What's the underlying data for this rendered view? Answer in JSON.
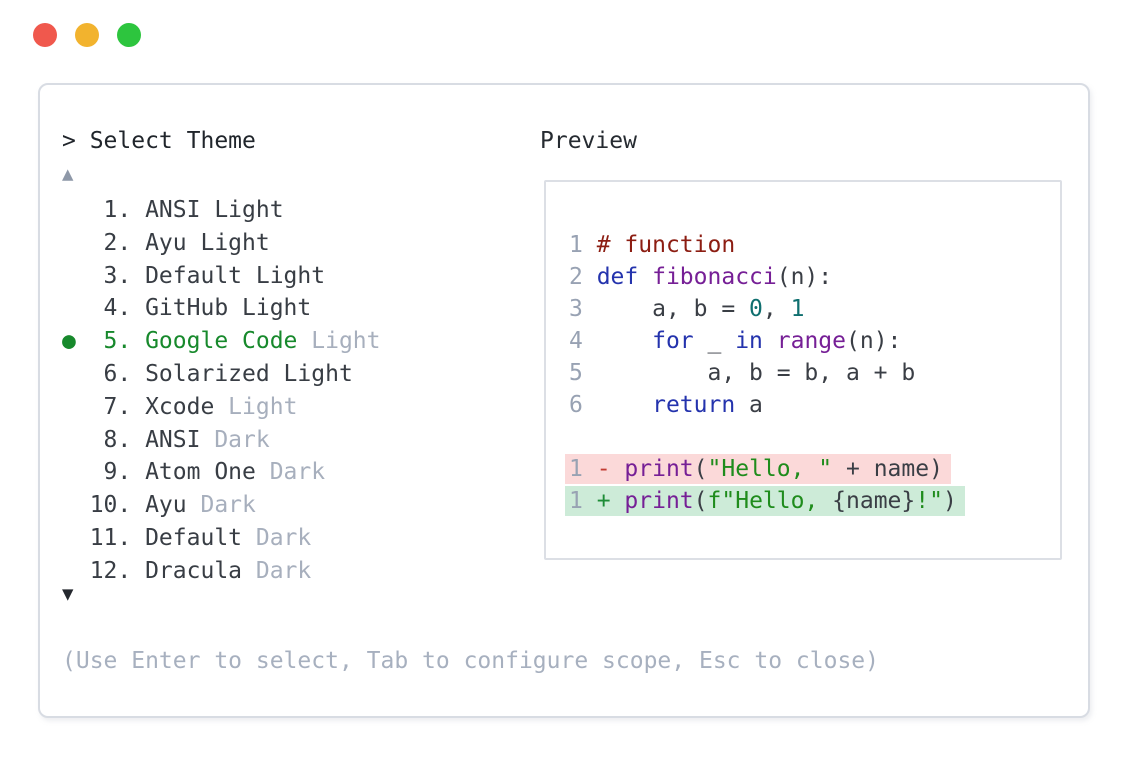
{
  "window": {
    "traffic_lights": [
      {
        "name": "close-button",
        "color": "#f0584d"
      },
      {
        "name": "minimize-button",
        "color": "#f2b32e"
      },
      {
        "name": "zoom-button",
        "color": "#2dc53e"
      }
    ]
  },
  "theme_picker": {
    "prompt": "> Select Theme",
    "scroll_up_indicator": "▲",
    "scroll_down_indicator": "▼",
    "bullet": "●",
    "selected_color": "#17892c",
    "dim_color": "#a7afbd",
    "items": [
      {
        "num": "1",
        "name": "ANSI",
        "suffix": "Light",
        "suffix_dim": false,
        "selected": false
      },
      {
        "num": "2",
        "name": "Ayu",
        "suffix": "Light",
        "suffix_dim": false,
        "selected": false
      },
      {
        "num": "3",
        "name": "Default",
        "suffix": "Light",
        "suffix_dim": false,
        "selected": false
      },
      {
        "num": "4",
        "name": "GitHub",
        "suffix": "Light",
        "suffix_dim": false,
        "selected": false
      },
      {
        "num": "5",
        "name": "Google Code",
        "suffix": "Light",
        "suffix_dim": true,
        "selected": true
      },
      {
        "num": "6",
        "name": "Solarized",
        "suffix": "Light",
        "suffix_dim": false,
        "selected": false
      },
      {
        "num": "7",
        "name": "Xcode",
        "suffix": "Light",
        "suffix_dim": true,
        "selected": false
      },
      {
        "num": "8",
        "name": "ANSI",
        "suffix": "Dark",
        "suffix_dim": true,
        "selected": false
      },
      {
        "num": "9",
        "name": "Atom One",
        "suffix": "Dark",
        "suffix_dim": true,
        "selected": false
      },
      {
        "num": "10",
        "name": "Ayu",
        "suffix": "Dark",
        "suffix_dim": true,
        "selected": false
      },
      {
        "num": "11",
        "name": "Default",
        "suffix": "Dark",
        "suffix_dim": true,
        "selected": false
      },
      {
        "num": "12",
        "name": "Dracula",
        "suffix": "Dark",
        "suffix_dim": true,
        "selected": false
      }
    ],
    "help": "(Use Enter to select, Tab to configure scope, Esc to close)"
  },
  "preview": {
    "label": "Preview",
    "syntax_colors": {
      "comment": "#8c1d12",
      "keyword": "#2433ad",
      "function": "#761f96",
      "number": "#0f6f6f",
      "string": "#1f8c1c",
      "line_number": "#98a2b3",
      "diff_del_bg": "#fbd9d9",
      "diff_add_bg": "#cdebd8",
      "diff_del_sign": "#c23b33",
      "diff_add_sign": "#1d8c36"
    },
    "code_lines": [
      {
        "num": "1",
        "segments": [
          {
            "t": "# function",
            "c": "comment"
          }
        ]
      },
      {
        "num": "2",
        "segments": [
          {
            "t": "def",
            "c": "kw"
          },
          {
            "t": " ",
            "c": "def"
          },
          {
            "t": "fibonacci",
            "c": "fn"
          },
          {
            "t": "(n):",
            "c": "def"
          }
        ]
      },
      {
        "num": "3",
        "segments": [
          {
            "t": "    a, b = ",
            "c": "def"
          },
          {
            "t": "0",
            "c": "num"
          },
          {
            "t": ", ",
            "c": "def"
          },
          {
            "t": "1",
            "c": "num"
          }
        ]
      },
      {
        "num": "4",
        "segments": [
          {
            "t": "    ",
            "c": "def"
          },
          {
            "t": "for",
            "c": "kw"
          },
          {
            "t": " _ ",
            "c": "def"
          },
          {
            "t": "in",
            "c": "kw"
          },
          {
            "t": " ",
            "c": "def"
          },
          {
            "t": "range",
            "c": "fn"
          },
          {
            "t": "(n):",
            "c": "def"
          }
        ]
      },
      {
        "num": "5",
        "segments": [
          {
            "t": "        a, b = b, a + b",
            "c": "def"
          }
        ]
      },
      {
        "num": "6",
        "segments": [
          {
            "t": "    ",
            "c": "def"
          },
          {
            "t": "return",
            "c": "kw"
          },
          {
            "t": " a",
            "c": "def"
          }
        ]
      }
    ],
    "diff_lines": [
      {
        "num": "1",
        "kind": "del",
        "segments": [
          {
            "t": "-",
            "c": "delsign"
          },
          {
            "t": " ",
            "c": "def"
          },
          {
            "t": "print",
            "c": "fn"
          },
          {
            "t": "(",
            "c": "def"
          },
          {
            "t": "\"Hello, \"",
            "c": "str"
          },
          {
            "t": " + name)",
            "c": "def"
          }
        ]
      },
      {
        "num": "1",
        "kind": "add",
        "segments": [
          {
            "t": "+",
            "c": "addsign"
          },
          {
            "t": " ",
            "c": "def"
          },
          {
            "t": "print",
            "c": "fn"
          },
          {
            "t": "(",
            "c": "def"
          },
          {
            "t": "f\"Hello, ",
            "c": "str"
          },
          {
            "t": "{name}",
            "c": "def"
          },
          {
            "t": "!\"",
            "c": "str"
          },
          {
            "t": ")",
            "c": "def"
          }
        ]
      }
    ]
  }
}
